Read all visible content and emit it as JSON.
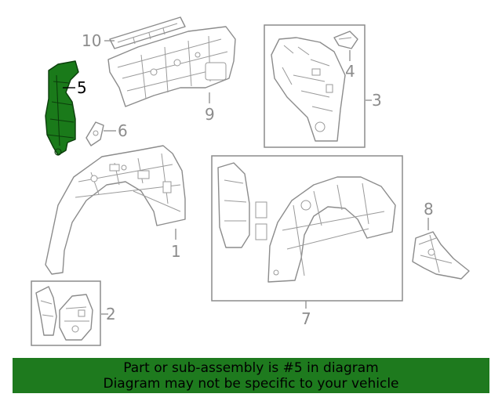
{
  "diagram": {
    "highlighted_part": "5",
    "callouts": {
      "c1": "1",
      "c2": "2",
      "c3": "3",
      "c4": "4",
      "c5": "5",
      "c6": "6",
      "c7": "7",
      "c8": "8",
      "c9": "9",
      "c10": "10"
    },
    "colors": {
      "highlight": "#1a7a1a",
      "line": "#8c8c8c",
      "banner": "#1e7a1e"
    }
  },
  "banner": {
    "line1": "Part or sub-assembly is #5 in diagram",
    "line2": "Diagram may not be specific to your vehicle"
  }
}
